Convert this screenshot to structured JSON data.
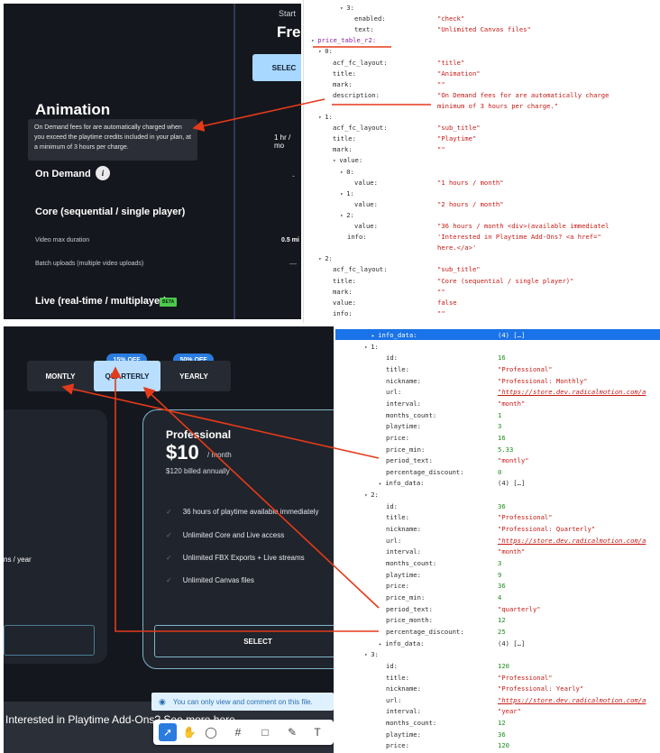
{
  "top_left": {
    "free_col_label": "Start",
    "free_col_title": "Fre",
    "select_label": "SELEC",
    "animation_title": "Animation",
    "tooltip_text": "On Demand fees for are automatically charged when you exceed the playtime credits included in your plan, at a minimum of 3 hours per charge.",
    "hr_value": "1 hr / mo",
    "on_demand_label": "On Demand",
    "info_icon_glyph": "i",
    "on_demand_value": "-",
    "core_label": "Core (sequential / single player)",
    "video_max_label": "Video max duration",
    "video_max_value": "0.5 mi",
    "batch_label": "Batch uploads (multiple video uploads)",
    "batch_value": "—",
    "live_label": "Live (real-time / multiplayer)",
    "beta_label": "BETA"
  },
  "top_right_inspector": {
    "rows": [
      {
        "indent": 40,
        "tri": "▾",
        "key": "3:",
        "val": "",
        "kind": "k"
      },
      {
        "indent": 56,
        "key": "enabled:",
        "val": "\"check\"",
        "kind": "str"
      },
      {
        "indent": 56,
        "key": "text:",
        "val": "\"Unlimited Canvas files\"",
        "kind": "str"
      },
      {
        "indent": 8,
        "tri": "▾",
        "key": "price_table_r2:",
        "val": "",
        "kind": "kp"
      },
      {
        "indent": 16,
        "tri": "▾",
        "key": "0:",
        "val": "",
        "kind": "k"
      },
      {
        "indent": 32,
        "key": "acf_fc_layout:",
        "val": "\"title\"",
        "kind": "str"
      },
      {
        "indent": 32,
        "key": "title:",
        "val": "\"Animation\"",
        "kind": "str"
      },
      {
        "indent": 32,
        "key": "mark:",
        "val": "\"\"",
        "kind": "str"
      },
      {
        "indent": 32,
        "key": "description:",
        "val": "\"On Demand fees for are automatically charge",
        "kind": "str"
      },
      {
        "indent": 32,
        "key": "",
        "val": "minimum of 3 hours per charge.\"",
        "kind": "str"
      },
      {
        "indent": 16,
        "tri": "▾",
        "key": "1:",
        "val": "",
        "kind": "k"
      },
      {
        "indent": 32,
        "key": "acf_fc_layout:",
        "val": "\"sub_title\"",
        "kind": "str"
      },
      {
        "indent": 32,
        "key": "title:",
        "val": "\"Playtime\"",
        "kind": "str"
      },
      {
        "indent": 32,
        "key": "mark:",
        "val": "\"\"",
        "kind": "str"
      },
      {
        "indent": 32,
        "tri": "▾",
        "key": "value:",
        "val": "",
        "kind": "k"
      },
      {
        "indent": 40,
        "tri": "▾",
        "key": "0:",
        "val": "",
        "kind": "k"
      },
      {
        "indent": 56,
        "key": "value:",
        "val": "\"1 hours / month\"",
        "kind": "str"
      },
      {
        "indent": 40,
        "tri": "▾",
        "key": "1:",
        "val": "",
        "kind": "k"
      },
      {
        "indent": 56,
        "key": "value:",
        "val": "\"2 hours / month\"",
        "kind": "str"
      },
      {
        "indent": 40,
        "tri": "▾",
        "key": "2:",
        "val": "",
        "kind": "k"
      },
      {
        "indent": 56,
        "key": "value:",
        "val": "\"36 hours / month <div>(available immediatel",
        "kind": "str"
      },
      {
        "indent": 48,
        "key": "info:",
        "val": "'Interested in Playtime Add-Ons?  <a  href=\"",
        "kind": "str"
      },
      {
        "indent": 48,
        "key": "",
        "val": "here.</a>'",
        "kind": "str"
      },
      {
        "indent": 16,
        "tri": "▾",
        "key": "2:",
        "val": "",
        "kind": "k"
      },
      {
        "indent": 32,
        "key": "acf_fc_layout:",
        "val": "\"sub_title\"",
        "kind": "str"
      },
      {
        "indent": 32,
        "key": "title:",
        "val": "\"Core (sequential / single player)\"",
        "kind": "str"
      },
      {
        "indent": 32,
        "key": "mark:",
        "val": "\"\"",
        "kind": "str"
      },
      {
        "indent": 32,
        "key": "value:",
        "val": "false",
        "kind": "str"
      },
      {
        "indent": 32,
        "key": "info:",
        "val": "\"\"",
        "kind": "str"
      }
    ]
  },
  "bottom_left": {
    "tabs": [
      "MONTLY",
      "QUARTERLY",
      "YEARLY"
    ],
    "selected_tab": "QUARTERLY",
    "pill_quarterly": "15% OFF",
    "pill_yearly": "50% OFF",
    "left_card_text": "ns / year",
    "card_title": "Professional",
    "card_price": "$10",
    "card_per": "/ month",
    "card_billed": "$120 billed annually",
    "features": [
      "36 hours of playtime available immediately",
      "Unlimited Core and Live access",
      "Unlimited FBX Exports + Live streams",
      "Unlimited Canvas files"
    ],
    "check_glyph": "✓",
    "select_label": "SELECT",
    "toast_text": "You can only view and comment on this file.",
    "addons_text": "Interested in Playtime Add-Ons?  See more here",
    "accent_color": "#2a7ce0"
  },
  "bottom_right_inspector": {
    "rows": [
      {
        "indent": 40,
        "tri": "▸",
        "key": "info_data:",
        "val": "(4) […]",
        "kind": "plain",
        "highlight": true
      },
      {
        "indent": 32,
        "tri": "▾",
        "key": "1:",
        "val": "",
        "kind": "k"
      },
      {
        "indent": 56,
        "key": "id:",
        "val": "16",
        "kind": "num"
      },
      {
        "indent": 56,
        "key": "title:",
        "val": "\"Professional\"",
        "kind": "str"
      },
      {
        "indent": 56,
        "key": "nickname:",
        "val": "\"Professional: Monthly\"",
        "kind": "str"
      },
      {
        "indent": 56,
        "key": "url:",
        "val": "\"https://store.dev.radicalmotion.com/a",
        "kind": "lnk"
      },
      {
        "indent": 56,
        "key": "interval:",
        "val": "\"month\"",
        "kind": "str"
      },
      {
        "indent": 56,
        "key": "months_count:",
        "val": "1",
        "kind": "num"
      },
      {
        "indent": 56,
        "key": "playtime:",
        "val": "3",
        "kind": "num"
      },
      {
        "indent": 56,
        "key": "price:",
        "val": "16",
        "kind": "num"
      },
      {
        "indent": 56,
        "key": "price_min:",
        "val": "5.33",
        "kind": "num"
      },
      {
        "indent": 56,
        "key": "period_text:",
        "val": "\"montly\"",
        "kind": "str"
      },
      {
        "indent": 56,
        "key": "percentage_discount:",
        "val": "0",
        "kind": "num"
      },
      {
        "indent": 48,
        "tri": "▸",
        "key": "info_data:",
        "val": "(4) […]",
        "kind": "plain"
      },
      {
        "indent": 32,
        "tri": "▾",
        "key": "2:",
        "val": "",
        "kind": "k"
      },
      {
        "indent": 56,
        "key": "id:",
        "val": "36",
        "kind": "num"
      },
      {
        "indent": 56,
        "key": "title:",
        "val": "\"Professional\"",
        "kind": "str"
      },
      {
        "indent": 56,
        "key": "nickname:",
        "val": "\"Professional: Quarterly\"",
        "kind": "str"
      },
      {
        "indent": 56,
        "key": "url:",
        "val": "\"https://store.dev.radicalmotion.com/a",
        "kind": "lnk"
      },
      {
        "indent": 56,
        "key": "interval:",
        "val": "\"month\"",
        "kind": "str"
      },
      {
        "indent": 56,
        "key": "months_count:",
        "val": "3",
        "kind": "num"
      },
      {
        "indent": 56,
        "key": "playtime:",
        "val": "9",
        "kind": "num"
      },
      {
        "indent": 56,
        "key": "price:",
        "val": "36",
        "kind": "num"
      },
      {
        "indent": 56,
        "key": "price_min:",
        "val": "4",
        "kind": "num"
      },
      {
        "indent": 56,
        "key": "period_text:",
        "val": "\"quarterly\"",
        "kind": "str"
      },
      {
        "indent": 56,
        "key": "price_month:",
        "val": "12",
        "kind": "num"
      },
      {
        "indent": 56,
        "key": "percentage_discount:",
        "val": "25",
        "kind": "num"
      },
      {
        "indent": 48,
        "tri": "▸",
        "key": "info_data:",
        "val": "(4) […]",
        "kind": "plain"
      },
      {
        "indent": 32,
        "tri": "▾",
        "key": "3:",
        "val": "",
        "kind": "k"
      },
      {
        "indent": 56,
        "key": "id:",
        "val": "120",
        "kind": "num"
      },
      {
        "indent": 56,
        "key": "title:",
        "val": "\"Professional\"",
        "kind": "str"
      },
      {
        "indent": 56,
        "key": "nickname:",
        "val": "\"Professional: Yearly\"",
        "kind": "str"
      },
      {
        "indent": 56,
        "key": "url:",
        "val": "\"https://store.dev.radicalmotion.com/a",
        "kind": "lnk"
      },
      {
        "indent": 56,
        "key": "interval:",
        "val": "\"year\"",
        "kind": "str"
      },
      {
        "indent": 56,
        "key": "months_count:",
        "val": "12",
        "kind": "num"
      },
      {
        "indent": 56,
        "key": "playtime:",
        "val": "36",
        "kind": "num"
      },
      {
        "indent": 56,
        "key": "price:",
        "val": "120",
        "kind": "num"
      }
    ]
  },
  "annotation_color": "#e53a1a"
}
